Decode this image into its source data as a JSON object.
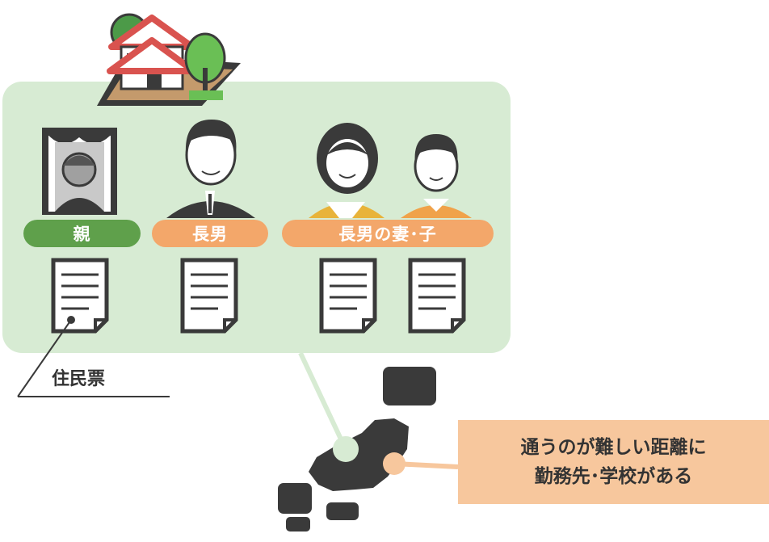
{
  "labels": {
    "parent": "親",
    "eldest_son": "長男",
    "wife_child": "長男の妻･子"
  },
  "doc_label": "住民票",
  "callout": {
    "line1": "通うのが難しい距離に",
    "line2": "勤務先･学校がある"
  },
  "icons": [
    "house-icon",
    "memorial-portrait-icon",
    "man-icon",
    "woman-icon",
    "child-icon",
    "document-icon",
    "japan-map-icon"
  ],
  "colors": {
    "panel": "#d7ebd3",
    "green": "#5fa04b",
    "orange": "#f3a76a",
    "callout": "#f7c79d",
    "dark": "#3a3a3a",
    "roof": "#d9534f"
  }
}
